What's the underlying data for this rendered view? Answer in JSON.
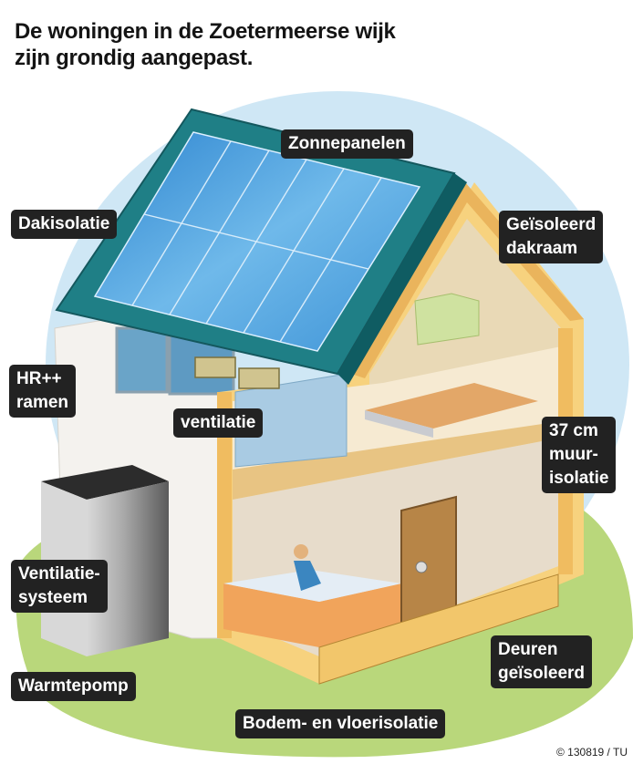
{
  "title": {
    "line1": "De woningen in de Zoetermeerse wijk",
    "line2": "zijn grondig aangepast."
  },
  "labels": {
    "zonnepanelen": "Zonnepanelen",
    "dakisolatie": "Dakisolatie",
    "dakraam_1": "Geïsoleerd",
    "dakraam_2": "dakraam",
    "ramen_1": "HR++",
    "ramen_2": "ramen",
    "ventilatie": "ventilatie",
    "muur_1": "37 cm",
    "muur_2": "muur-",
    "muur_3": "isolatie",
    "systeem_1": "Ventilatie-",
    "systeem_2": "systeem",
    "deuren_1": "Deuren",
    "deuren_2": "geïsoleerd",
    "warmtepomp": "Warmtepomp",
    "bodem": "Bodem- en vloerisolatie"
  },
  "credit": "© 130819 / TU",
  "colors": {
    "sky": "#cfe7f5",
    "grass": "#b9d77b",
    "roof": "#1f7f86",
    "solar": "#4aa3de",
    "wood": "#f2c56b",
    "label_bg": "#222222"
  }
}
